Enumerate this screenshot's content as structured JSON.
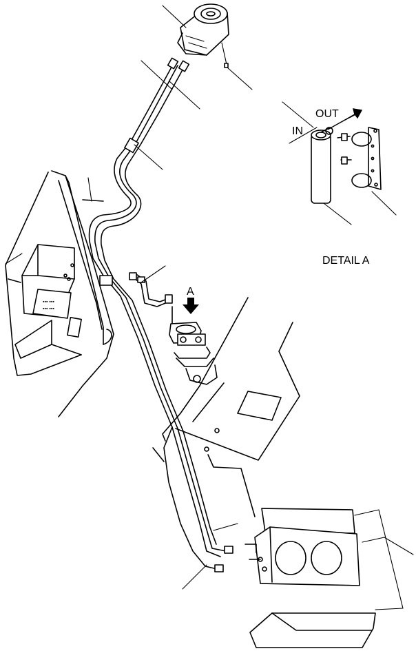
{
  "labels": {
    "view_arrow": "A",
    "detail_in": "IN",
    "detail_out": "OUT",
    "detail_caption": "DETAIL A"
  }
}
